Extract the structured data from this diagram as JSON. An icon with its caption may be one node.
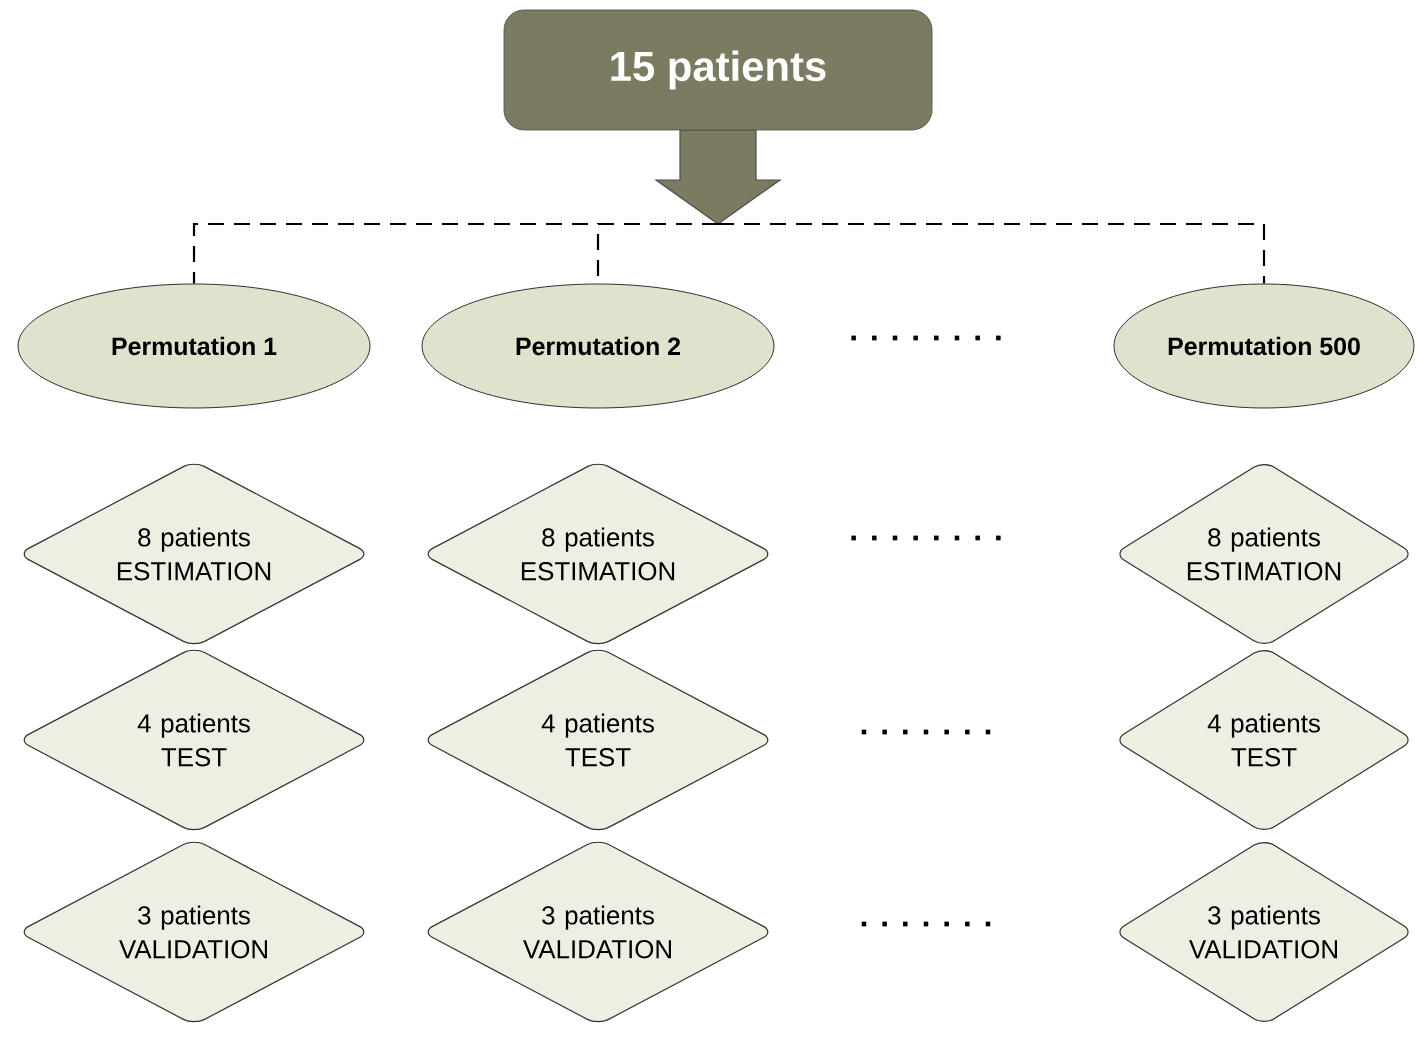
{
  "diagram": {
    "nodes": [
      {
        "text": [
          "15 patients"
        ]
      },
      {
        "text": [
          "Permutation 1"
        ]
      },
      {
        "text": [
          "Permutation 2"
        ]
      },
      {
        "text": [
          "Permutation 500"
        ]
      },
      {
        "text": [
          "8 patients ESTIMATION"
        ]
      },
      {
        "text": [
          "8 patients ESTIMATION"
        ]
      },
      {
        "text": [
          "8 patients ESTIMATION"
        ]
      },
      {
        "text": [
          "4 patients TEST"
        ]
      },
      {
        "text": [
          "4 patients TEST"
        ]
      },
      {
        "text": [
          "4 patients TEST"
        ]
      },
      {
        "text": [
          "3 patients VALIDATION"
        ]
      },
      {
        "text": [
          "3 patients VALIDATION"
        ]
      },
      {
        "text": [
          "3 patients VALIDATION"
        ]
      }
    ],
    "edges": [
      {
        "from": 0,
        "to": 1,
        "arrow": "none",
        "style": "dashed"
      },
      {
        "from": 0,
        "to": 2,
        "arrow": "none",
        "style": "dashed"
      },
      {
        "from": 0,
        "to": 3,
        "arrow": "none",
        "style": "dashed"
      }
    ],
    "labels": [
      ". . . . . . . .",
      ". . . . . . . .",
      ". . . . . . .",
      ". . . . . . ."
    ]
  }
}
